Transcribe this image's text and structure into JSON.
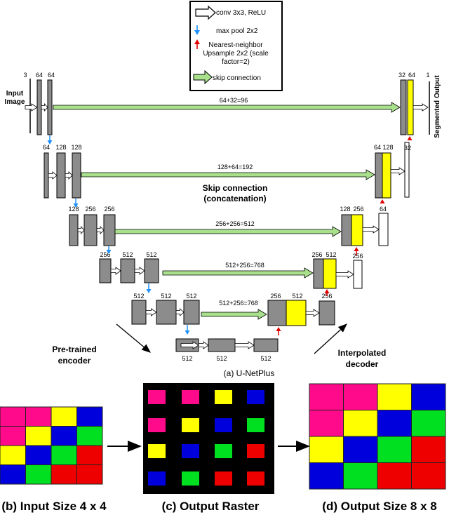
{
  "legend": {
    "conv": "conv 3x3, ReLU",
    "maxpool": "max pool 2x2",
    "upsample": [
      "Nearest-neighbor",
      "Upsample 2x2 (scale",
      "factor=2)"
    ],
    "skip": "skip connection"
  },
  "input_label": [
    "Input",
    "Image"
  ],
  "output_label": "Segmented Output",
  "encoder_counts": {
    "l1": [
      "3",
      "64",
      "64"
    ],
    "l2": [
      "64",
      "128",
      "128"
    ],
    "l3": [
      "128",
      "256",
      "256"
    ],
    "l4": [
      "256",
      "512",
      "512"
    ],
    "l5": [
      "512",
      "512",
      "512"
    ],
    "bottleneck": [
      "512",
      "512",
      "512"
    ]
  },
  "decoder_counts": {
    "l1": [
      "32",
      "64",
      "1"
    ],
    "l2": [
      "64",
      "128",
      "32"
    ],
    "l3": [
      "128",
      "256",
      "64"
    ],
    "l4": [
      "256",
      "512",
      "256"
    ],
    "l5": [
      "256",
      "512",
      "256"
    ]
  },
  "skip_labels": [
    "64+32=96",
    "128+64=192",
    "256+256=512",
    "512+256=768",
    "512+256=768"
  ],
  "skip_title": [
    "Skip connection",
    "(concatenation)"
  ],
  "encoder_label": [
    "Pre-trained",
    "encoder"
  ],
  "decoder_label": [
    "Interpolated",
    "decoder"
  ],
  "caption_a": "(a) U-NetPlus",
  "caption_b": "(b) Input Size 4 x 4",
  "caption_c": "(c) Output Raster",
  "caption_d": "(d) Output Size 8 x 8",
  "colors": {
    "gray": "#8c8c8c",
    "yellow": "#ffff00",
    "skip": "#a8e08c",
    "pool": "#1e90ff",
    "upsample": "#e00000",
    "magenta": "#ff0a8a",
    "blue": "#0000dd",
    "green": "#00e020",
    "red": "#ee0000"
  },
  "grid_b": [
    [
      "magenta",
      "magenta",
      "yellow",
      "blue"
    ],
    [
      "magenta",
      "yellow",
      "blue",
      "green"
    ],
    [
      "yellow",
      "blue",
      "green",
      "red"
    ],
    [
      "blue",
      "green",
      "red",
      "red"
    ]
  ]
}
